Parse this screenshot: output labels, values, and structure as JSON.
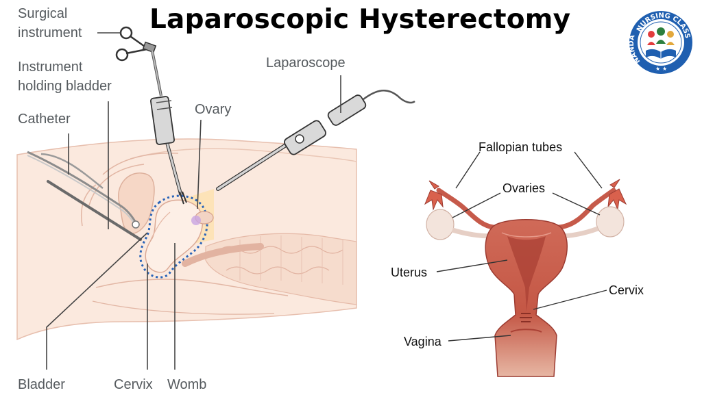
{
  "title": "Laparoscopic Hysterectomy",
  "logo": {
    "text_top": "NURSING CLASSES",
    "text_left": "NANDA",
    "colors": {
      "ring": "#1f5fb0",
      "inner": "#ffffff"
    }
  },
  "left_diagram": {
    "labels": {
      "surgical_instrument_line1": "Surgical",
      "surgical_instrument_line2": "instrument",
      "instrument_holding_bladder_line1": "Instrument",
      "instrument_holding_bladder_line2": "holding bladder",
      "catheter": "Catheter",
      "ovary": "Ovary",
      "laparoscope": "Laparoscope",
      "bladder": "Bladder",
      "cervix": "Cervix",
      "womb": "Womb"
    },
    "colors": {
      "body": "#f9e3d6",
      "body_outline": "#e7bfae",
      "dotted_outline": "#2a64b8",
      "spotlight": "#fbe2b0"
    }
  },
  "right_diagram": {
    "labels": {
      "fallopian_tubes": "Fallopian tubes",
      "ovaries": "Ovaries",
      "uterus": "Uterus",
      "cervix": "Cervix",
      "vagina": "Vagina"
    },
    "colors": {
      "tissue": "#c65a4a",
      "tissue_dark": "#9c3b31",
      "ovary": "#f3e4dc"
    }
  }
}
